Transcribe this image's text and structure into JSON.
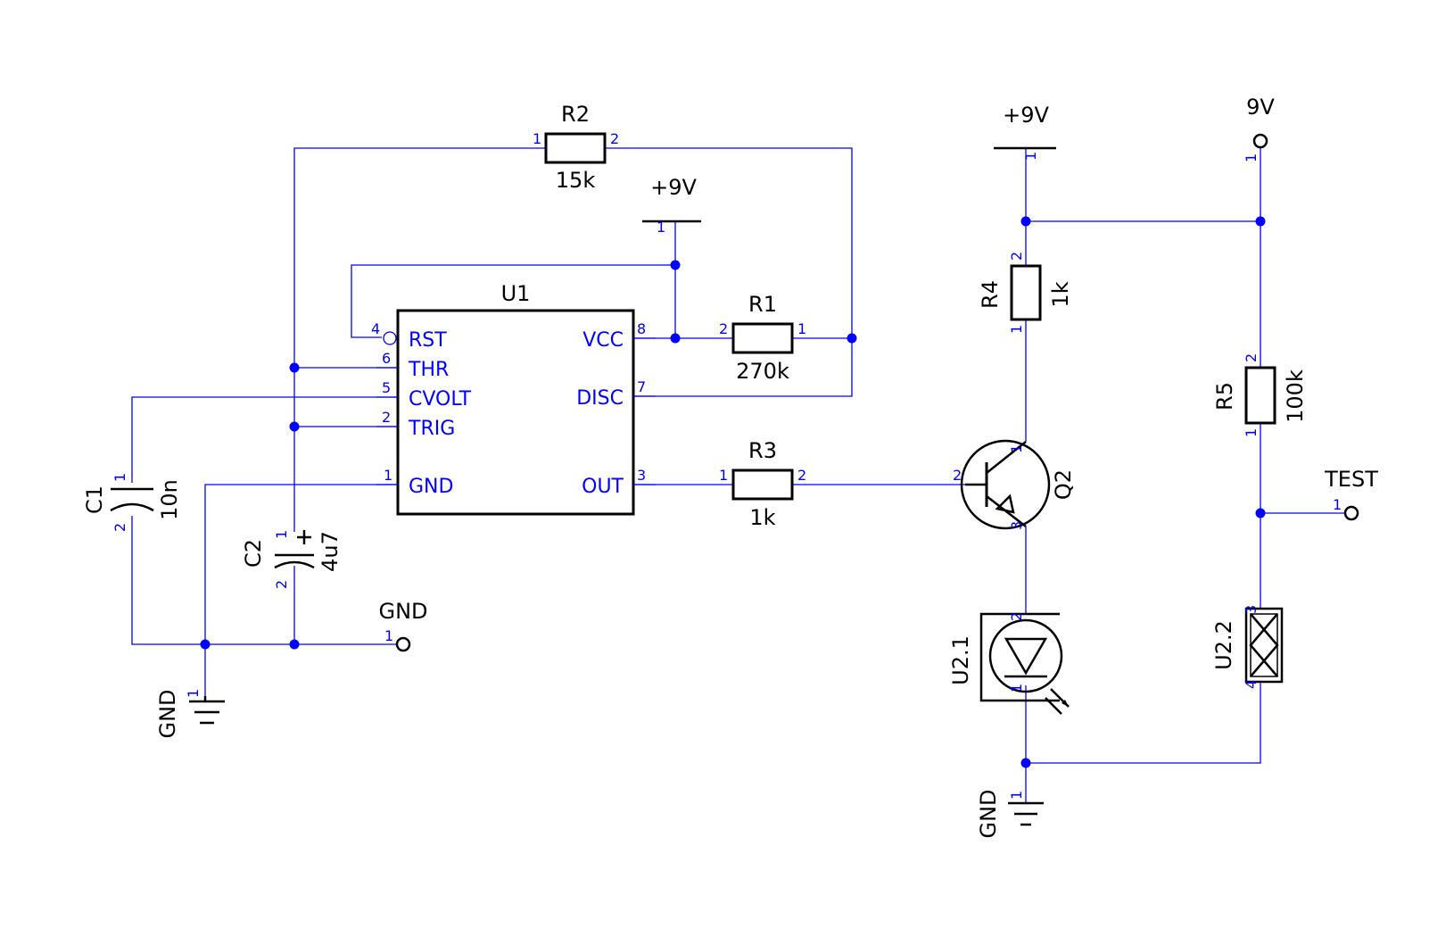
{
  "power_labels": {
    "vcc_555": "+9V",
    "vcc_right": "+9V",
    "nine_v": "9V",
    "gnd_left": "GND",
    "gnd_right": "GND",
    "gnd_terminal": "GND",
    "test_terminal": "TEST"
  },
  "u1": {
    "name": "U1",
    "pins": {
      "rst": "RST",
      "thr": "THR",
      "cvolt": "CVOLT",
      "trig": "TRIG",
      "gnd": "GND",
      "vcc": "VCC",
      "disc": "DISC",
      "out": "OUT"
    },
    "pin_numbers": {
      "rst": "4",
      "thr": "6",
      "cvolt": "5",
      "trig": "2",
      "gnd": "1",
      "vcc": "8",
      "disc": "7",
      "out": "3"
    }
  },
  "components": {
    "r1": {
      "name": "R1",
      "value": "270k"
    },
    "r2": {
      "name": "R2",
      "value": "15k"
    },
    "r3": {
      "name": "R3",
      "value": "1k"
    },
    "r4": {
      "name": "R4",
      "value": "1k"
    },
    "r5": {
      "name": "R5",
      "value": "100k"
    },
    "c1": {
      "name": "C1",
      "value": "10n"
    },
    "c2": {
      "name": "C2",
      "value": "4u7"
    },
    "q2": {
      "name": "Q2"
    },
    "u21": {
      "name": "U2.1"
    },
    "u22": {
      "name": "U2.2"
    }
  },
  "pin_num": {
    "one": "1",
    "two": "2",
    "three": "3",
    "four": "4"
  },
  "colors": {
    "wire": "#0000ff",
    "body": "#000000",
    "background": "#ffffff"
  }
}
